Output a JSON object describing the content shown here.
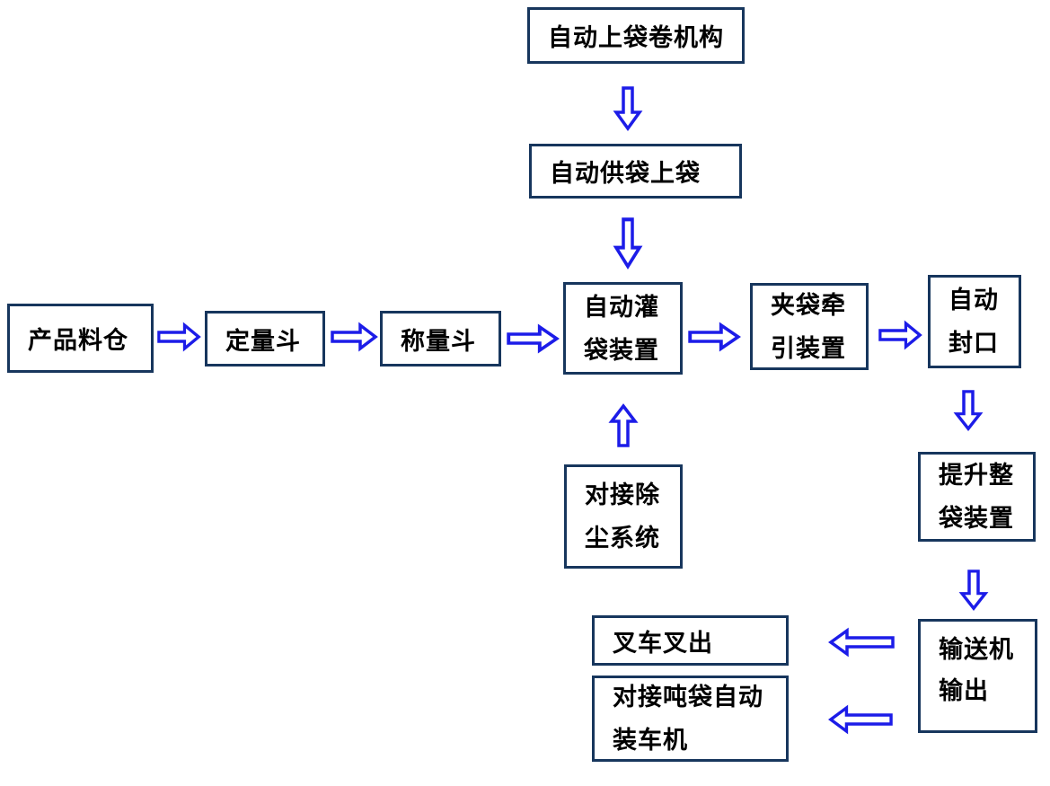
{
  "diagram": {
    "title": "",
    "colors": {
      "background": "#ffffff",
      "box_border": "#17365D",
      "arrow": "#1C1CE8",
      "text": "#000000"
    },
    "nodes": [
      {
        "id": "auto-bag-roll-mechanism",
        "lines": [
          "自动上袋卷机构"
        ]
      },
      {
        "id": "auto-bag-supply-loading",
        "lines": [
          "自动供袋上袋"
        ]
      },
      {
        "id": "product-silo",
        "lines": [
          "产品料仓"
        ]
      },
      {
        "id": "dosing-hopper",
        "lines": [
          "定量斗"
        ]
      },
      {
        "id": "weighing-hopper",
        "lines": [
          "称量斗"
        ]
      },
      {
        "id": "auto-bag-filling-device",
        "lines": [
          "自动灌",
          "袋装置"
        ]
      },
      {
        "id": "bag-clamping-traction-device",
        "lines": [
          "夹袋牵",
          "引装置"
        ]
      },
      {
        "id": "auto-sealing",
        "lines": [
          "自动",
          "封口"
        ]
      },
      {
        "id": "dust-removal-docking-system",
        "lines": [
          "对接除",
          "尘系统"
        ]
      },
      {
        "id": "whole-bag-lifting-device",
        "lines": [
          "提升整",
          "袋装置"
        ]
      },
      {
        "id": "conveyor-output",
        "lines": [
          "输送机",
          "输出"
        ]
      },
      {
        "id": "forklift-out",
        "lines": [
          "叉车叉出"
        ]
      },
      {
        "id": "ton-bag-auto-truck-loader",
        "lines": [
          "对接吨袋自动",
          "装车机"
        ]
      }
    ],
    "connections": [
      {
        "from": "自动上袋卷机构",
        "to": "自动供袋上袋",
        "direction": "down"
      },
      {
        "from": "自动供袋上袋",
        "to": "自动灌袋装置",
        "direction": "down"
      },
      {
        "from": "产品料仓",
        "to": "定量斗",
        "direction": "right"
      },
      {
        "from": "定量斗",
        "to": "称量斗",
        "direction": "right"
      },
      {
        "from": "称量斗",
        "to": "自动灌袋装置",
        "direction": "right"
      },
      {
        "from": "自动灌袋装置",
        "to": "夹袋牵引装置",
        "direction": "right"
      },
      {
        "from": "夹袋牵引装置",
        "to": "自动封口",
        "direction": "right"
      },
      {
        "from": "对接除尘系统",
        "to": "自动灌袋装置",
        "direction": "up"
      },
      {
        "from": "自动封口",
        "to": "提升整袋装置",
        "direction": "down"
      },
      {
        "from": "提升整袋装置",
        "to": "输送机输出",
        "direction": "down"
      },
      {
        "from": "输送机输出",
        "to": "叉车叉出",
        "direction": "left"
      },
      {
        "from": "输送机输出",
        "to": "对接吨袋自动装车机",
        "direction": "left"
      }
    ]
  }
}
